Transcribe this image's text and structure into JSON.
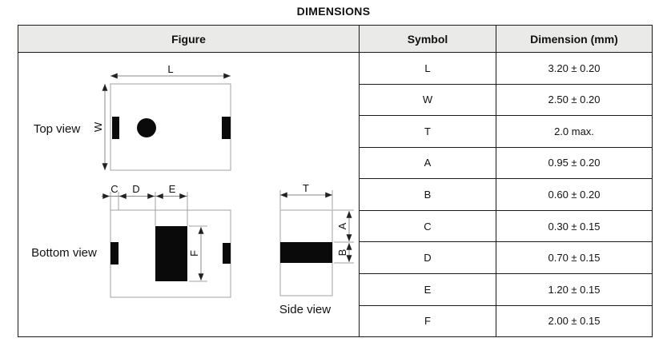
{
  "title": "DIMENSIONS",
  "table": {
    "header": {
      "figure": "Figure",
      "symbol": "Symbol",
      "dimension": "Dimension (mm)"
    },
    "rows": [
      {
        "symbol": "L",
        "dimension": "3.20 ± 0.20"
      },
      {
        "symbol": "W",
        "dimension": "2.50 ± 0.20"
      },
      {
        "symbol": "T",
        "dimension": "2.0 max."
      },
      {
        "symbol": "A",
        "dimension": "0.95 ± 0.20"
      },
      {
        "symbol": "B",
        "dimension": "0.60 ± 0.20"
      },
      {
        "symbol": "C",
        "dimension": "0.30 ± 0.15"
      },
      {
        "symbol": "D",
        "dimension": "0.70 ± 0.15"
      },
      {
        "symbol": "E",
        "dimension": "1.20 ± 0.15"
      },
      {
        "symbol": "F",
        "dimension": "2.00 ± 0.15"
      }
    ]
  },
  "figure": {
    "top_view": {
      "caption": "Top view",
      "labels": {
        "L": "L",
        "W": "W"
      }
    },
    "bottom_view": {
      "caption": "Bottom view",
      "labels": {
        "C": "C",
        "D": "D",
        "E": "E",
        "F": "F"
      }
    },
    "side_view": {
      "caption": "Side view",
      "labels": {
        "T": "T",
        "A": "A",
        "B": "B"
      }
    }
  },
  "colors": {
    "header_bg": "#eaeae8",
    "table_border": "#1a1a1a",
    "drawing_outline": "#b0b0b0",
    "drawing_fill": "#0a0a0a",
    "ink": "#111111"
  }
}
